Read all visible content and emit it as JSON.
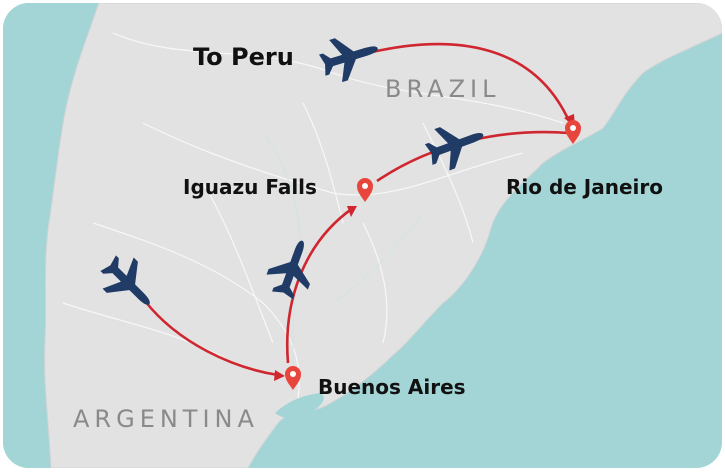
{
  "map": {
    "countries": [
      "BRAZIL",
      "ARGENTINA"
    ],
    "destination_label": "To Peru",
    "cities": [
      "Iguazu Falls",
      "Rio de Janeiro",
      "Buenos Aires"
    ],
    "icons": [
      "plane-icon",
      "location-pin-icon"
    ],
    "colors": {
      "ocean": "#a3d5d6",
      "land": "#e2e2e2",
      "route": "#d0262f",
      "plane": "#1f3b66",
      "pin": "#e8453c"
    }
  }
}
